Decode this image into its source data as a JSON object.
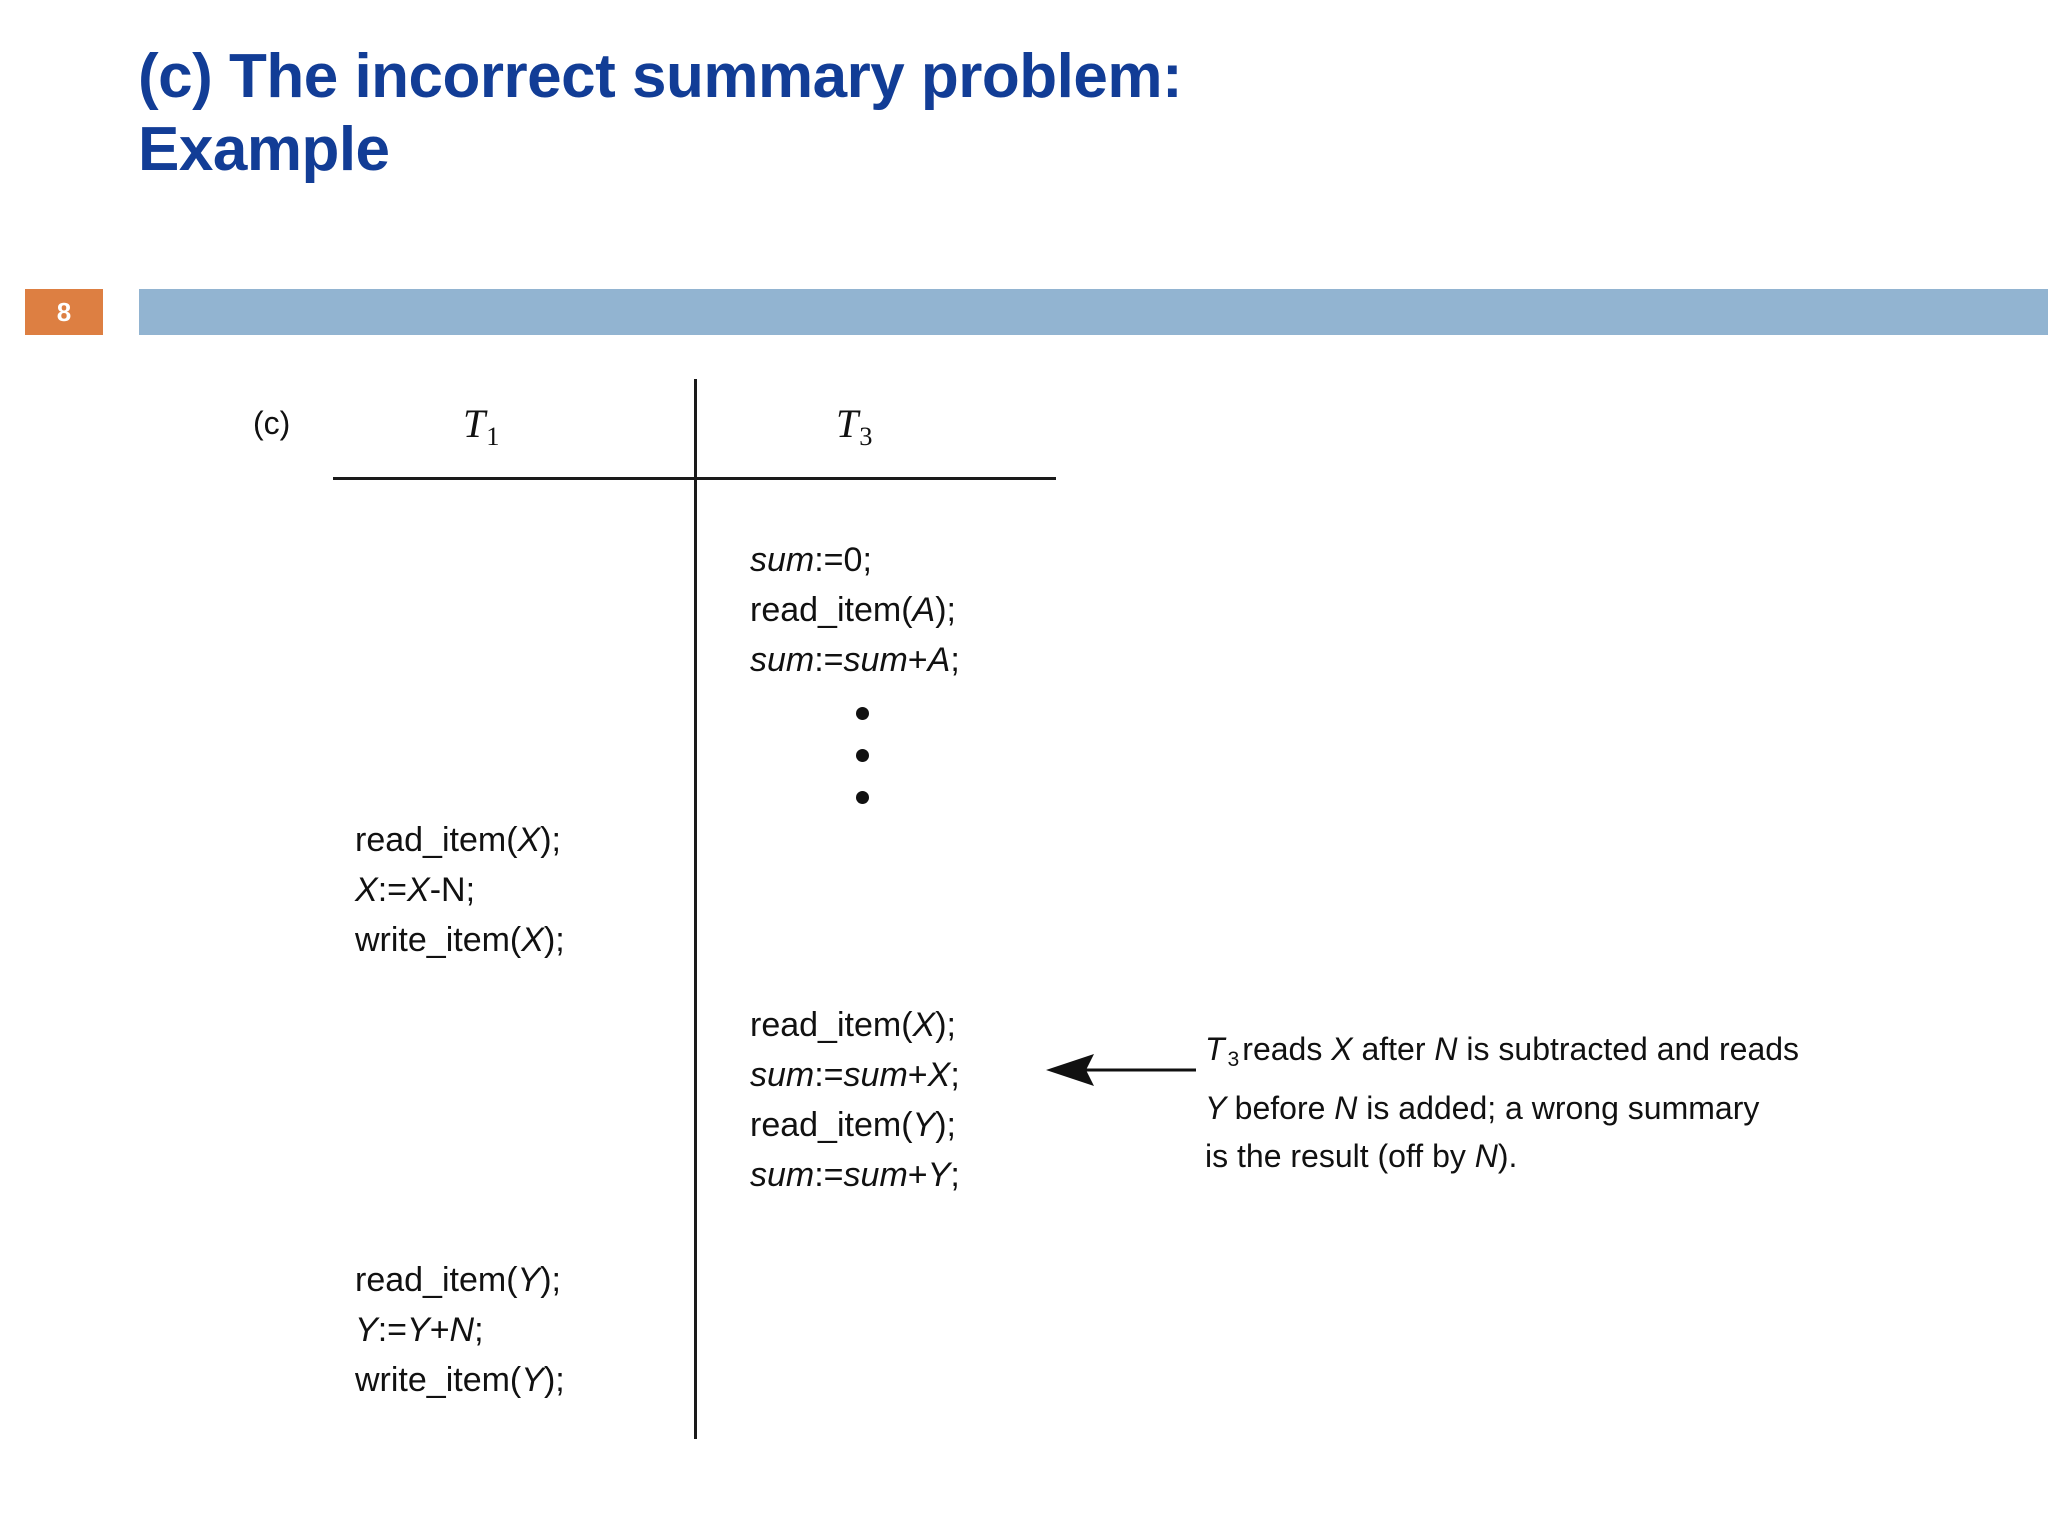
{
  "slide": {
    "number": "8",
    "title_line1": "(c) The incorrect summary problem:",
    "title_line2": "Example",
    "title_color": "#123D96",
    "number_box_color": "#DD7F42",
    "header_bar_color": "#92B4D1"
  },
  "figure": {
    "part_label": "(c)",
    "columns": [
      {
        "name": "T",
        "subscript": "1"
      },
      {
        "name": "T",
        "subscript": "3"
      }
    ],
    "ellipsis_glyph": "vertical-three-dots",
    "arrow_glyph": "left-arrow",
    "blocks": {
      "t3_first": {
        "owner": "T3",
        "lines": [
          {
            "parts": [
              {
                "t": "sum",
                "i": true
              },
              {
                "t": ":=0;",
                "i": false
              }
            ]
          },
          {
            "parts": [
              {
                "t": "read_item(",
                "i": false
              },
              {
                "t": "A",
                "i": true
              },
              {
                "t": ");",
                "i": false
              }
            ]
          },
          {
            "parts": [
              {
                "t": "sum",
                "i": true
              },
              {
                "t": ":=",
                "i": false
              },
              {
                "t": "sum",
                "i": true
              },
              {
                "t": "+",
                "i": false
              },
              {
                "t": "A",
                "i": true
              },
              {
                "t": ";",
                "i": false
              }
            ]
          }
        ]
      },
      "t1_first": {
        "owner": "T1",
        "lines": [
          {
            "parts": [
              {
                "t": "read_item(",
                "i": false
              },
              {
                "t": "X",
                "i": true
              },
              {
                "t": ");",
                "i": false
              }
            ]
          },
          {
            "parts": [
              {
                "t": "X",
                "i": true
              },
              {
                "t": ":=",
                "i": false
              },
              {
                "t": "X",
                "i": true
              },
              {
                "t": "-N;",
                "i": false
              }
            ]
          },
          {
            "parts": [
              {
                "t": "write_item(",
                "i": false
              },
              {
                "t": "X",
                "i": true
              },
              {
                "t": ");",
                "i": false
              }
            ]
          }
        ]
      },
      "t3_second": {
        "owner": "T3",
        "lines": [
          {
            "parts": [
              {
                "t": "read_item(",
                "i": false
              },
              {
                "t": "X",
                "i": true
              },
              {
                "t": ");",
                "i": false
              }
            ]
          },
          {
            "parts": [
              {
                "t": "sum",
                "i": true
              },
              {
                "t": ":=",
                "i": false
              },
              {
                "t": "sum",
                "i": true
              },
              {
                "t": "+",
                "i": false
              },
              {
                "t": "X",
                "i": true
              },
              {
                "t": ";",
                "i": false
              }
            ]
          },
          {
            "parts": [
              {
                "t": "read_item(",
                "i": false
              },
              {
                "t": "Y",
                "i": true
              },
              {
                "t": ");",
                "i": false
              }
            ]
          },
          {
            "parts": [
              {
                "t": "sum",
                "i": true
              },
              {
                "t": ":=",
                "i": false
              },
              {
                "t": "sum",
                "i": true
              },
              {
                "t": "+",
                "i": false
              },
              {
                "t": "Y",
                "i": true
              },
              {
                "t": ";",
                "i": false
              }
            ]
          }
        ]
      },
      "t1_second": {
        "owner": "T1",
        "lines": [
          {
            "parts": [
              {
                "t": "read_item(",
                "i": false
              },
              {
                "t": "Y",
                "i": true
              },
              {
                "t": ");",
                "i": false
              }
            ]
          },
          {
            "parts": [
              {
                "t": "Y",
                "i": true
              },
              {
                "t": ":=",
                "i": false
              },
              {
                "t": "Y",
                "i": true
              },
              {
                "t": "+",
                "i": false
              },
              {
                "t": "N",
                "i": true
              },
              {
                "t": ";",
                "i": false
              }
            ]
          },
          {
            "parts": [
              {
                "t": "write_item(",
                "i": false
              },
              {
                "t": "Y",
                "i": true
              },
              {
                "t": ");",
                "i": false
              }
            ]
          }
        ]
      }
    },
    "annotation": {
      "full_text": "T 3 reads X after N is subtracted and reads Y before N is added;  a wrong summary is the result (off by N).",
      "lines": [
        {
          "parts": [
            {
              "t": "T",
              "i": true
            },
            {
              "t": "3",
              "i": false,
              "sub": true
            },
            {
              "t": "reads ",
              "i": false
            },
            {
              "t": "X ",
              "i": true
            },
            {
              "t": "after ",
              "i": false
            },
            {
              "t": "N ",
              "i": true
            },
            {
              "t": "is subtracted and reads",
              "i": false
            }
          ]
        },
        {
          "parts": [
            {
              "t": "Y ",
              "i": true
            },
            {
              "t": "before ",
              "i": false
            },
            {
              "t": "N ",
              "i": true
            },
            {
              "t": "is added;  a wrong summary",
              "i": false
            }
          ]
        },
        {
          "parts": [
            {
              "t": "is the result (off by ",
              "i": false
            },
            {
              "t": "N",
              "i": true
            },
            {
              "t": ").",
              "i": false
            }
          ]
        }
      ]
    }
  }
}
